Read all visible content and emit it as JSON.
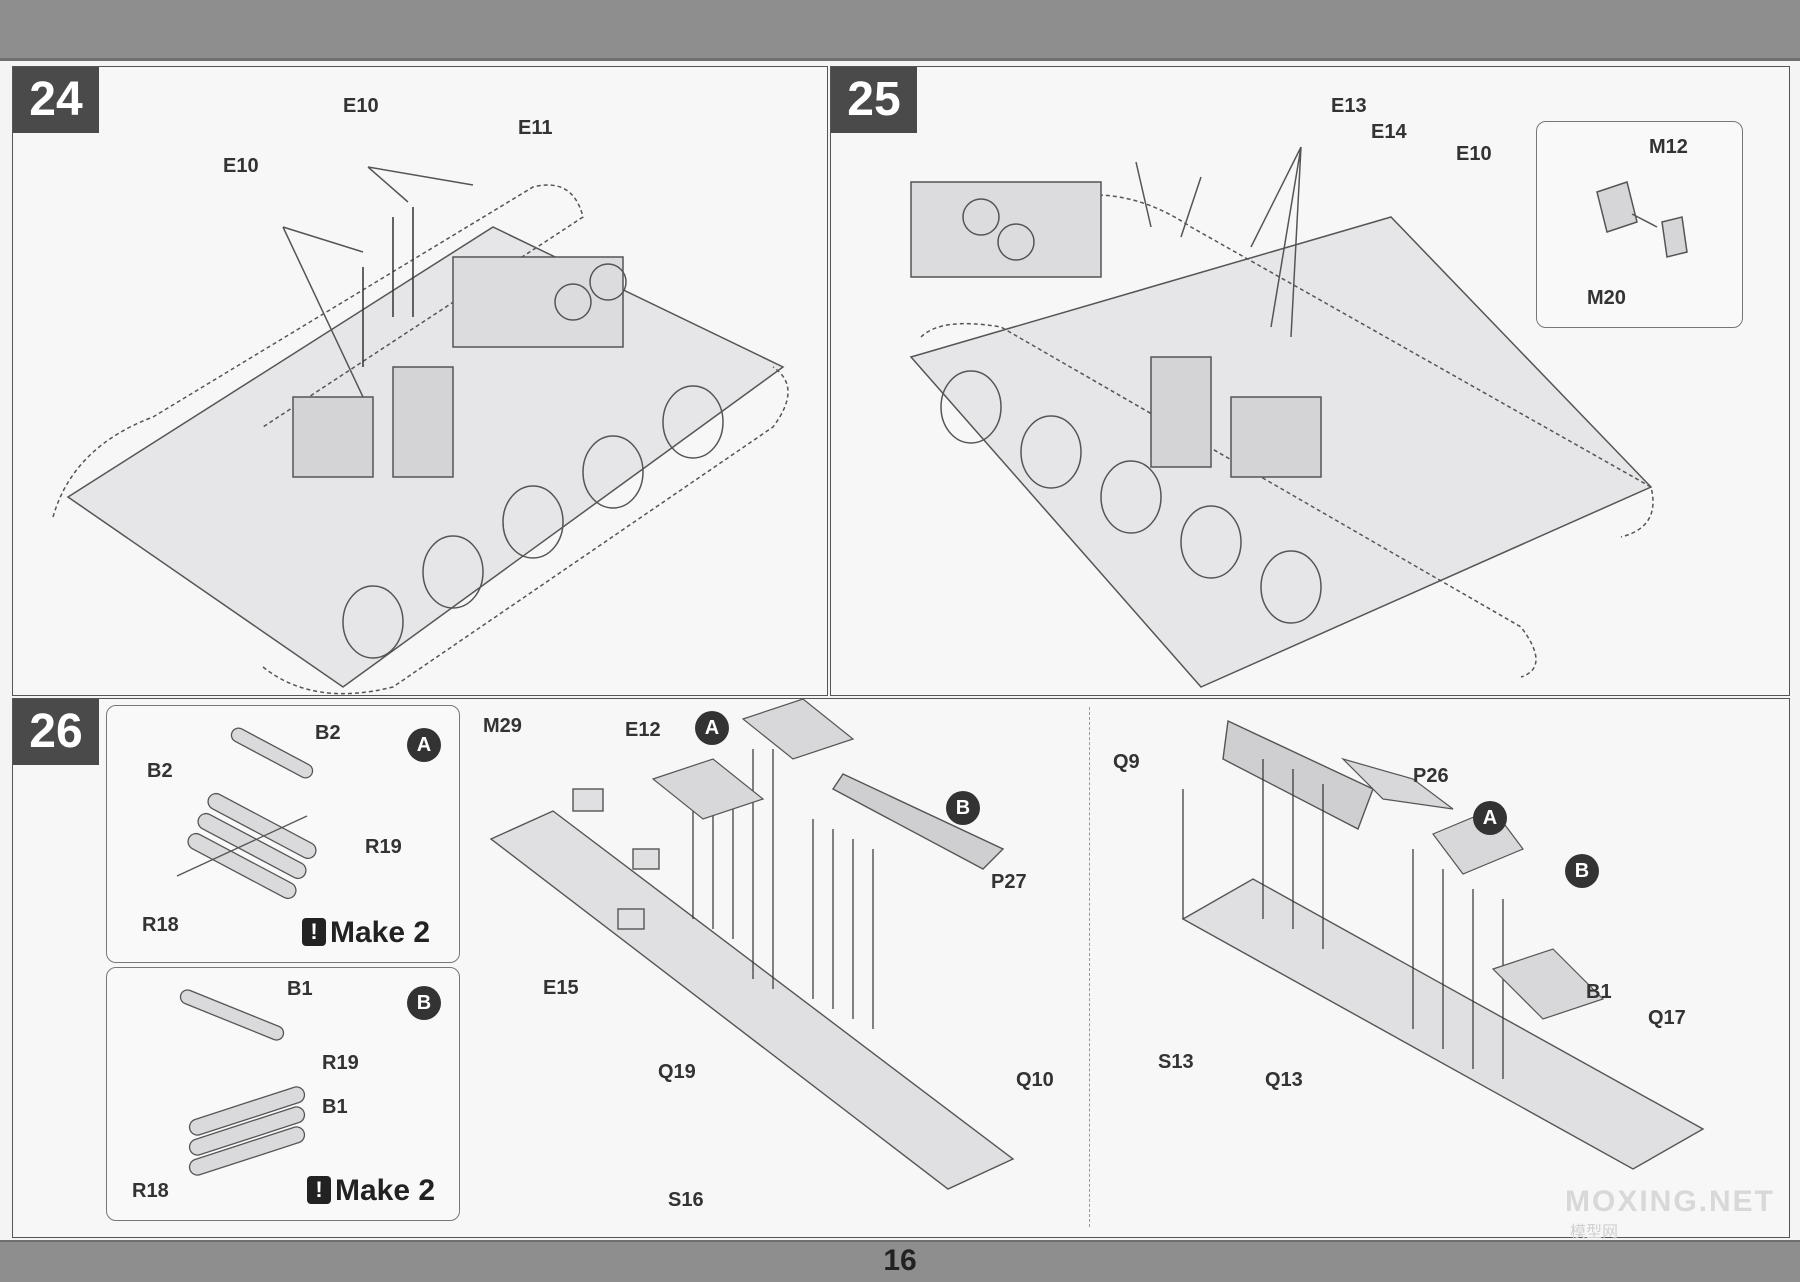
{
  "page": {
    "number": "16"
  },
  "steps": [
    {
      "number": "24",
      "labels": [
        "E10",
        "E11",
        "E10"
      ]
    },
    {
      "number": "25",
      "labels": [
        "E13",
        "E14",
        "E10"
      ],
      "inset_labels": [
        "M12",
        "M20"
      ]
    },
    {
      "number": "26"
    }
  ],
  "sub_a": {
    "marker": "A",
    "labels": [
      "B2",
      "B2",
      "R19",
      "R18"
    ],
    "note": "Make 2",
    "note_icon": "!"
  },
  "sub_b": {
    "marker": "B",
    "labels": [
      "B1",
      "R19",
      "B1",
      "R18"
    ],
    "note": "Make 2",
    "note_icon": "!"
  },
  "mid": {
    "labels": [
      "M29",
      "E12",
      "E15",
      "P27",
      "Q19",
      "Q10",
      "S16"
    ],
    "markers": [
      "A",
      "B"
    ]
  },
  "right": {
    "labels": [
      "Q9",
      "P26",
      "S13",
      "Q13",
      "B1",
      "Q17"
    ],
    "markers": [
      "A",
      "B"
    ]
  },
  "watermark": {
    "text": "MOXING.NET",
    "sub": "模型网"
  }
}
